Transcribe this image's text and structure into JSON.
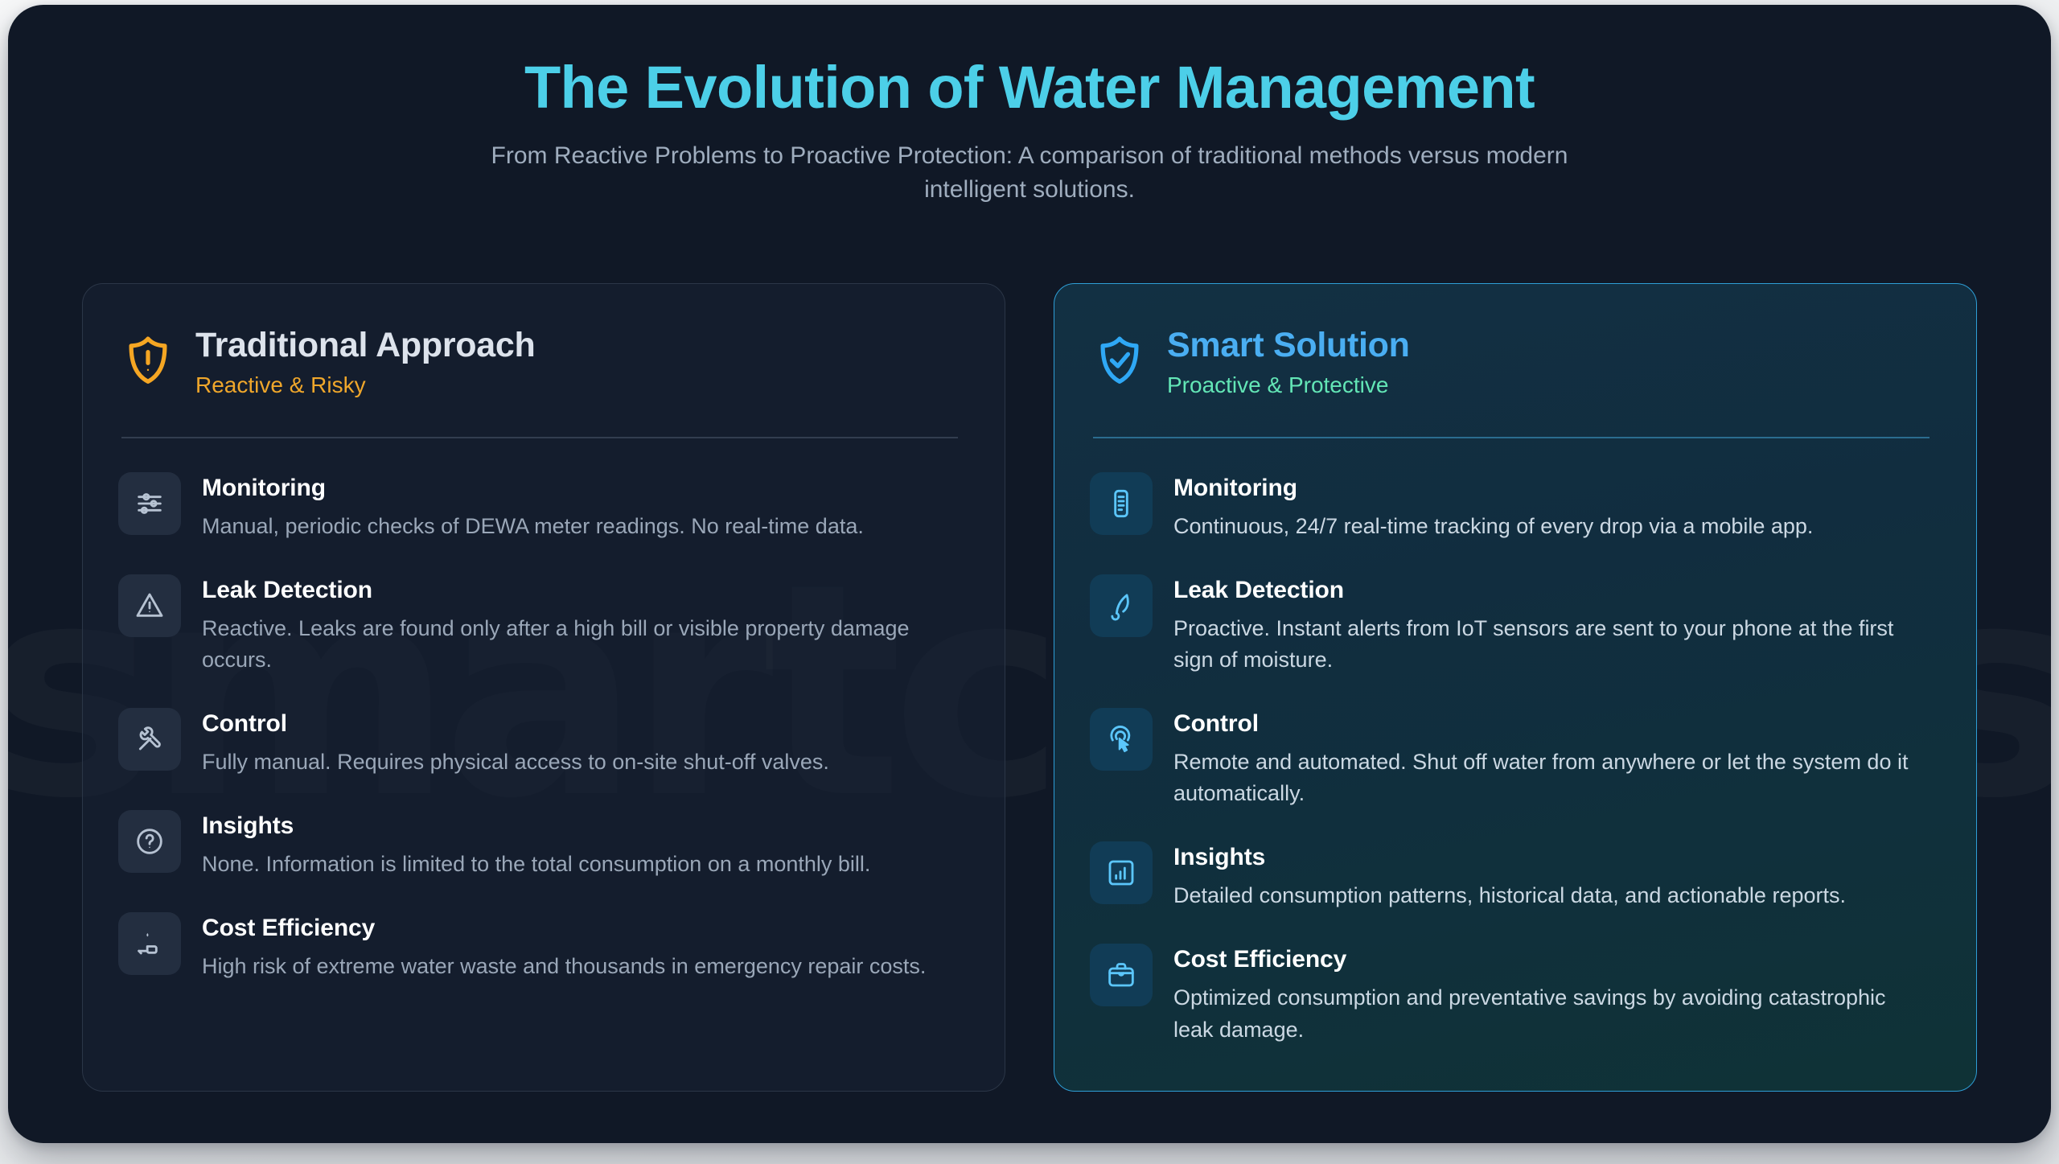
{
  "watermark": {
    "text": "smartcitizens.ae"
  },
  "header": {
    "title": "The Evolution of Water Management",
    "subtitle": "From Reactive Problems to Proactive Protection: A comparison of traditional methods versus modern intelligent solutions."
  },
  "colors": {
    "page_background": "#ecedf0",
    "panel_background": "#101826",
    "title_accent": "#4ccfe8",
    "traditional_accent": "#f0a72b",
    "smart_title": "#4aaef2",
    "smart_accent": "#63e6b6",
    "smart_border": "#2e9ed6"
  },
  "cards": [
    {
      "id": "traditional",
      "icon": "shield-alert-icon",
      "title": "Traditional Approach",
      "subtitle": "Reactive & Risky",
      "features": [
        {
          "icon": "sliders-icon",
          "title": "Monitoring",
          "description": "Manual, periodic checks of DEWA meter readings. No real-time data."
        },
        {
          "icon": "warning-triangle-icon",
          "title": "Leak Detection",
          "description": "Reactive. Leaks are found only after a high bill or visible property damage occurs."
        },
        {
          "icon": "valve-wrench-icon",
          "title": "Control",
          "description": "Fully manual. Requires physical access to on-site shut-off valves."
        },
        {
          "icon": "question-circle-icon",
          "title": "Insights",
          "description": "None. Information is limited to the total consumption on a monthly bill."
        },
        {
          "icon": "dripping-faucet-icon",
          "title": "Cost Efficiency",
          "description": "High risk of extreme water waste and thousands in emergency repair costs."
        }
      ]
    },
    {
      "id": "smart",
      "icon": "shield-check-icon",
      "title": "Smart Solution",
      "subtitle": "Proactive & Protective",
      "features": [
        {
          "icon": "smartphone-icon",
          "title": "Monitoring",
          "description": "Continuous, 24/7 real-time tracking of every drop via a mobile app."
        },
        {
          "icon": "water-sensor-signal-icon",
          "title": "Leak Detection",
          "description": "Proactive. Instant alerts from IoT sensors are sent to your phone at the first sign of moisture."
        },
        {
          "icon": "tap-pointer-icon",
          "title": "Control",
          "description": "Remote and automated. Shut off water from anywhere or let the system do it automatically."
        },
        {
          "icon": "bar-chart-icon",
          "title": "Insights",
          "description": "Detailed consumption patterns, historical data, and actionable reports."
        },
        {
          "icon": "briefcase-icon",
          "title": "Cost Efficiency",
          "description": "Optimized consumption and preventative savings by avoiding catastrophic leak damage."
        }
      ]
    }
  ]
}
